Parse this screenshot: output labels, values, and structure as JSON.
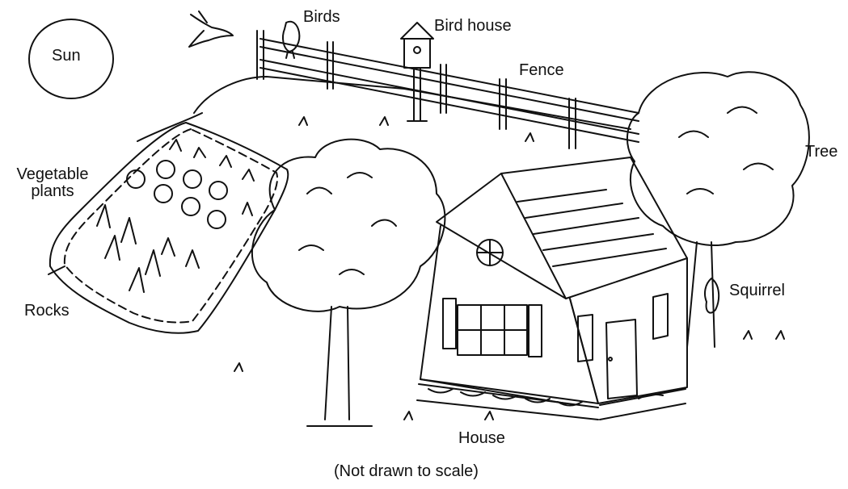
{
  "labels": {
    "sun": "Sun",
    "birds": "Birds",
    "bird_house": "Bird house",
    "fence": "Fence",
    "tree_right": "Tree",
    "vegetable_plants_line1": "Vegetable",
    "vegetable_plants_line2": "plants",
    "rocks": "Rocks",
    "squirrel": "Squirrel",
    "house": "House"
  },
  "caption": "(Not drawn to scale)"
}
